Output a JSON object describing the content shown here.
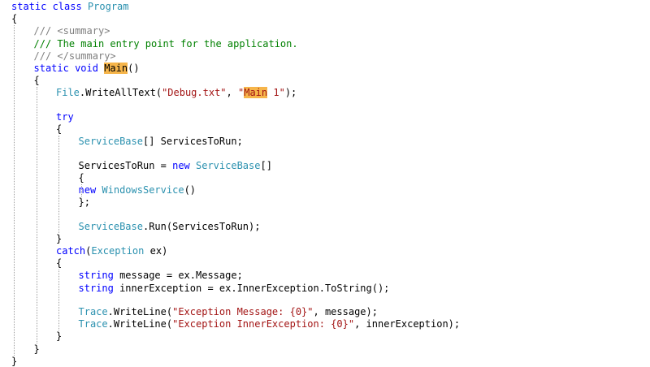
{
  "editor": {
    "language": "C#",
    "colors": {
      "keyword": "#0000ff",
      "type": "#2b91af",
      "string": "#a31515",
      "comment": "#008000",
      "doc_tag": "#808080",
      "plain": "#000000",
      "highlight": "#f6b54a",
      "indent_guide": "#a0a0a0"
    },
    "lines": [
      {
        "indent": 0,
        "tokens": [
          {
            "t": "static class ",
            "k": "kw"
          },
          {
            "t": "Program",
            "k": "type"
          }
        ]
      },
      {
        "indent": 0,
        "tokens": [
          {
            "t": "{",
            "k": "plain"
          }
        ]
      },
      {
        "indent": 1,
        "tokens": [
          {
            "t": "/// ",
            "k": "doc"
          },
          {
            "t": "<summary>",
            "k": "doc"
          }
        ]
      },
      {
        "indent": 1,
        "tokens": [
          {
            "t": "/// The main entry point for the application.",
            "k": "comment"
          }
        ]
      },
      {
        "indent": 1,
        "tokens": [
          {
            "t": "/// ",
            "k": "doc"
          },
          {
            "t": "</summary>",
            "k": "doc"
          }
        ]
      },
      {
        "indent": 1,
        "tokens": [
          {
            "t": "static void ",
            "k": "kw"
          },
          {
            "t": "Main",
            "k": "plain",
            "hl": true
          },
          {
            "t": "()",
            "k": "plain"
          }
        ]
      },
      {
        "indent": 1,
        "tokens": [
          {
            "t": "{",
            "k": "plain"
          }
        ]
      },
      {
        "indent": 2,
        "gap_after": true,
        "tokens": [
          {
            "t": "File",
            "k": "type"
          },
          {
            "t": ".WriteAllText(",
            "k": "plain"
          },
          {
            "t": "\"Debug.txt\"",
            "k": "str"
          },
          {
            "t": ", ",
            "k": "plain"
          },
          {
            "t": "\"",
            "k": "str"
          },
          {
            "t": "Main",
            "k": "str",
            "hl": true
          },
          {
            "t": " 1\"",
            "k": "str"
          },
          {
            "t": ");",
            "k": "plain"
          }
        ]
      },
      {
        "indent": 2,
        "tokens": [
          {
            "t": "try",
            "k": "kw"
          }
        ]
      },
      {
        "indent": 2,
        "tokens": [
          {
            "t": "{",
            "k": "plain"
          }
        ]
      },
      {
        "indent": 3,
        "gap_after": true,
        "tokens": [
          {
            "t": "ServiceBase",
            "k": "type"
          },
          {
            "t": "[] ServicesToRun;",
            "k": "plain"
          }
        ]
      },
      {
        "indent": 3,
        "tokens": [
          {
            "t": "ServicesToRun = ",
            "k": "plain"
          },
          {
            "t": "new ",
            "k": "kw"
          },
          {
            "t": "ServiceBase",
            "k": "type"
          },
          {
            "t": "[]",
            "k": "plain"
          }
        ]
      },
      {
        "indent": 3,
        "tokens": [
          {
            "t": "{",
            "k": "plain"
          }
        ]
      },
      {
        "indent": 3,
        "tokens": [
          {
            "t": "new ",
            "k": "kw"
          },
          {
            "t": "WindowsService",
            "k": "type"
          },
          {
            "t": "()",
            "k": "plain"
          }
        ]
      },
      {
        "indent": 3,
        "gap_after": true,
        "tokens": [
          {
            "t": "};",
            "k": "plain"
          }
        ]
      },
      {
        "indent": 3,
        "tokens": [
          {
            "t": "ServiceBase",
            "k": "type"
          },
          {
            "t": ".Run(ServicesToRun);",
            "k": "plain"
          }
        ]
      },
      {
        "indent": 2,
        "tokens": [
          {
            "t": "}",
            "k": "plain"
          }
        ]
      },
      {
        "indent": 2,
        "tokens": [
          {
            "t": "catch",
            "k": "kw"
          },
          {
            "t": "(",
            "k": "plain"
          },
          {
            "t": "Exception",
            "k": "type"
          },
          {
            "t": " ex)",
            "k": "plain"
          }
        ]
      },
      {
        "indent": 2,
        "tokens": [
          {
            "t": "{",
            "k": "plain"
          }
        ]
      },
      {
        "indent": 3,
        "tokens": [
          {
            "t": "string ",
            "k": "kw"
          },
          {
            "t": "message = ex.Message;",
            "k": "plain"
          }
        ]
      },
      {
        "indent": 3,
        "gap_after": true,
        "tokens": [
          {
            "t": "string ",
            "k": "kw"
          },
          {
            "t": "innerException = ex.InnerException.ToString();",
            "k": "plain"
          }
        ]
      },
      {
        "indent": 3,
        "tokens": [
          {
            "t": "Trace",
            "k": "type"
          },
          {
            "t": ".WriteLine(",
            "k": "plain"
          },
          {
            "t": "\"Exception Message: {0}\"",
            "k": "str"
          },
          {
            "t": ", message);",
            "k": "plain"
          }
        ]
      },
      {
        "indent": 3,
        "tokens": [
          {
            "t": "Trace",
            "k": "type"
          },
          {
            "t": ".WriteLine(",
            "k": "plain"
          },
          {
            "t": "\"Exception InnerException: {0}\"",
            "k": "str"
          },
          {
            "t": ", innerException);",
            "k": "plain"
          }
        ]
      },
      {
        "indent": 2,
        "tokens": [
          {
            "t": "}",
            "k": "plain"
          }
        ]
      },
      {
        "indent": 1,
        "tokens": [
          {
            "t": "}",
            "k": "plain"
          }
        ]
      },
      {
        "indent": 0,
        "tokens": [
          {
            "t": "}",
            "k": "plain"
          }
        ]
      }
    ]
  }
}
